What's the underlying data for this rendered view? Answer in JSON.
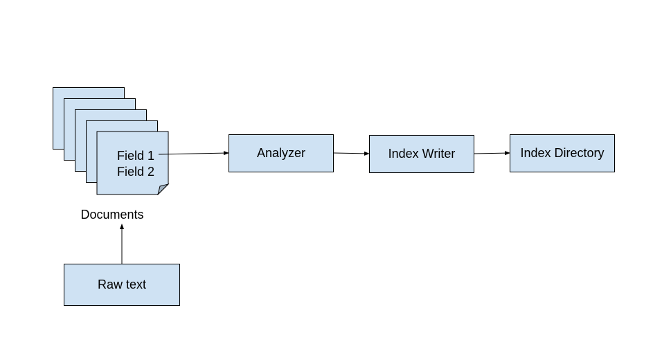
{
  "colors": {
    "box_fill": "#cfe2f3",
    "stroke": "#000000",
    "background": "#ffffff"
  },
  "documents": {
    "field1": "Field 1",
    "field2": "Field 2",
    "label": "Documents"
  },
  "nodes": {
    "raw_text": "Raw text",
    "analyzer": "Analyzer",
    "index_writer": "Index Writer",
    "index_directory": "Index Directory"
  }
}
